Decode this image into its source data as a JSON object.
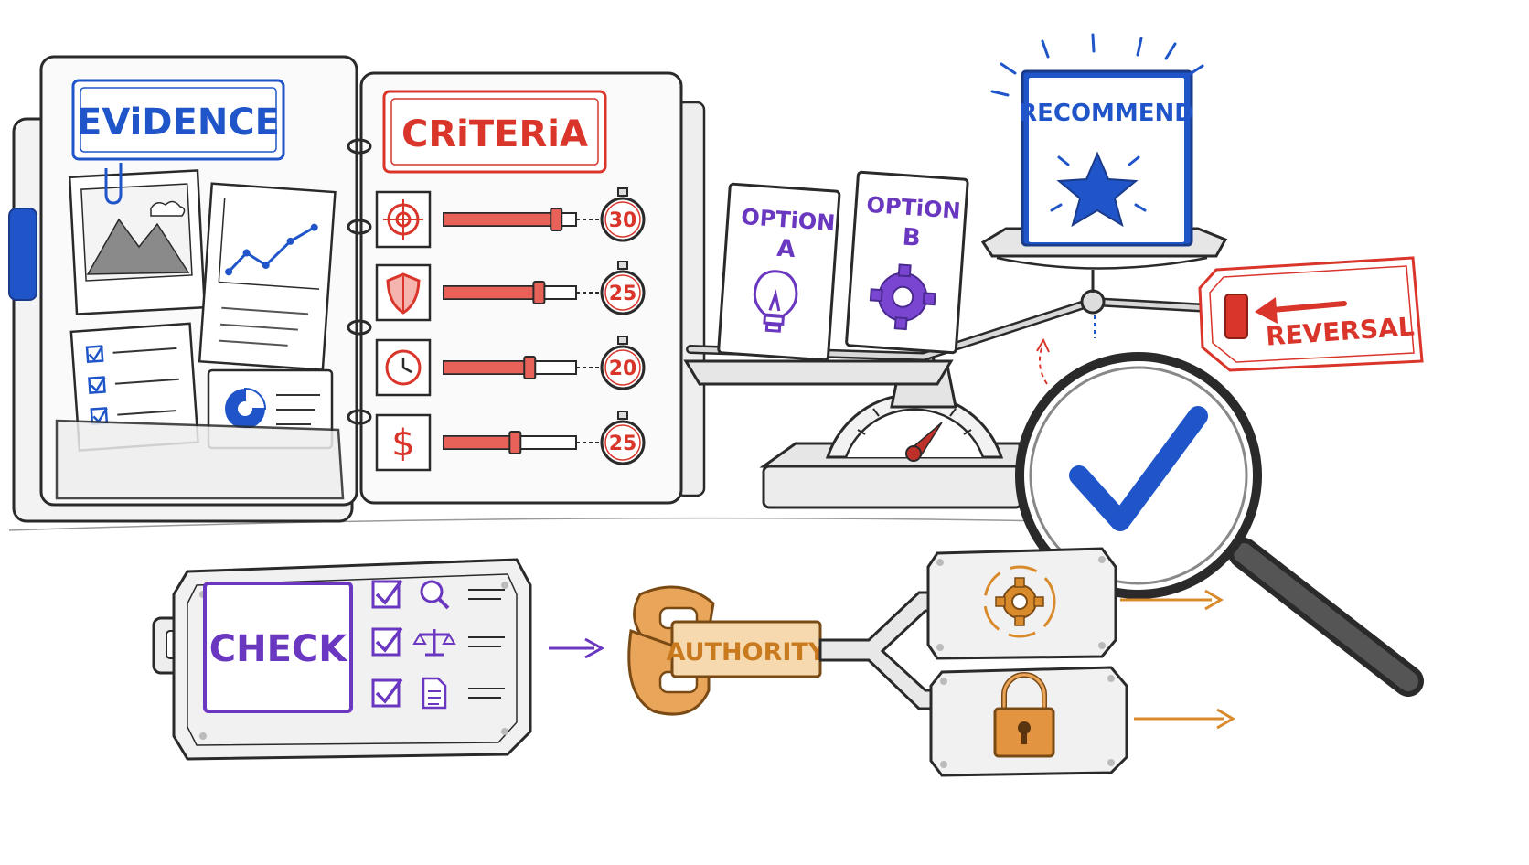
{
  "binder": {
    "evidence_label": "EViDENCE",
    "criteria_label": "CRiTERiA",
    "criteria": [
      {
        "icon": "target-icon",
        "weight": "30",
        "level": 0.85
      },
      {
        "icon": "shield-icon",
        "weight": "25",
        "level": 0.72
      },
      {
        "icon": "clock-icon",
        "weight": "20",
        "level": 0.65
      },
      {
        "icon": "dollar-icon",
        "weight": "25",
        "level": 0.54
      }
    ]
  },
  "scale": {
    "option_a": {
      "line1": "OPTiON",
      "line2": "A",
      "icon": "lightbulb-icon"
    },
    "option_b": {
      "line1": "OPTiON",
      "line2": "B",
      "icon": "gear-icon"
    },
    "recommend_label": "RECOMMEND",
    "recommend_icon": "star-icon",
    "reversal_label": "REVERSAL"
  },
  "check": {
    "label": "CHECK",
    "rows": [
      {
        "check": "checkbox-icon",
        "icon": "magnifier-icon"
      },
      {
        "check": "checkbox-icon",
        "icon": "balance-icon"
      },
      {
        "check": "checkbox-icon",
        "icon": "document-icon"
      }
    ]
  },
  "authority": {
    "label": "AUTHORITY",
    "outputs": [
      {
        "icon": "refresh-gear-icon"
      },
      {
        "icon": "padlock-icon"
      }
    ]
  },
  "colors": {
    "blue": "#1f55c9",
    "red": "#d9352b",
    "purple": "#6a37c0",
    "orange": "#d98a2b",
    "ink": "#2a2a2a"
  }
}
